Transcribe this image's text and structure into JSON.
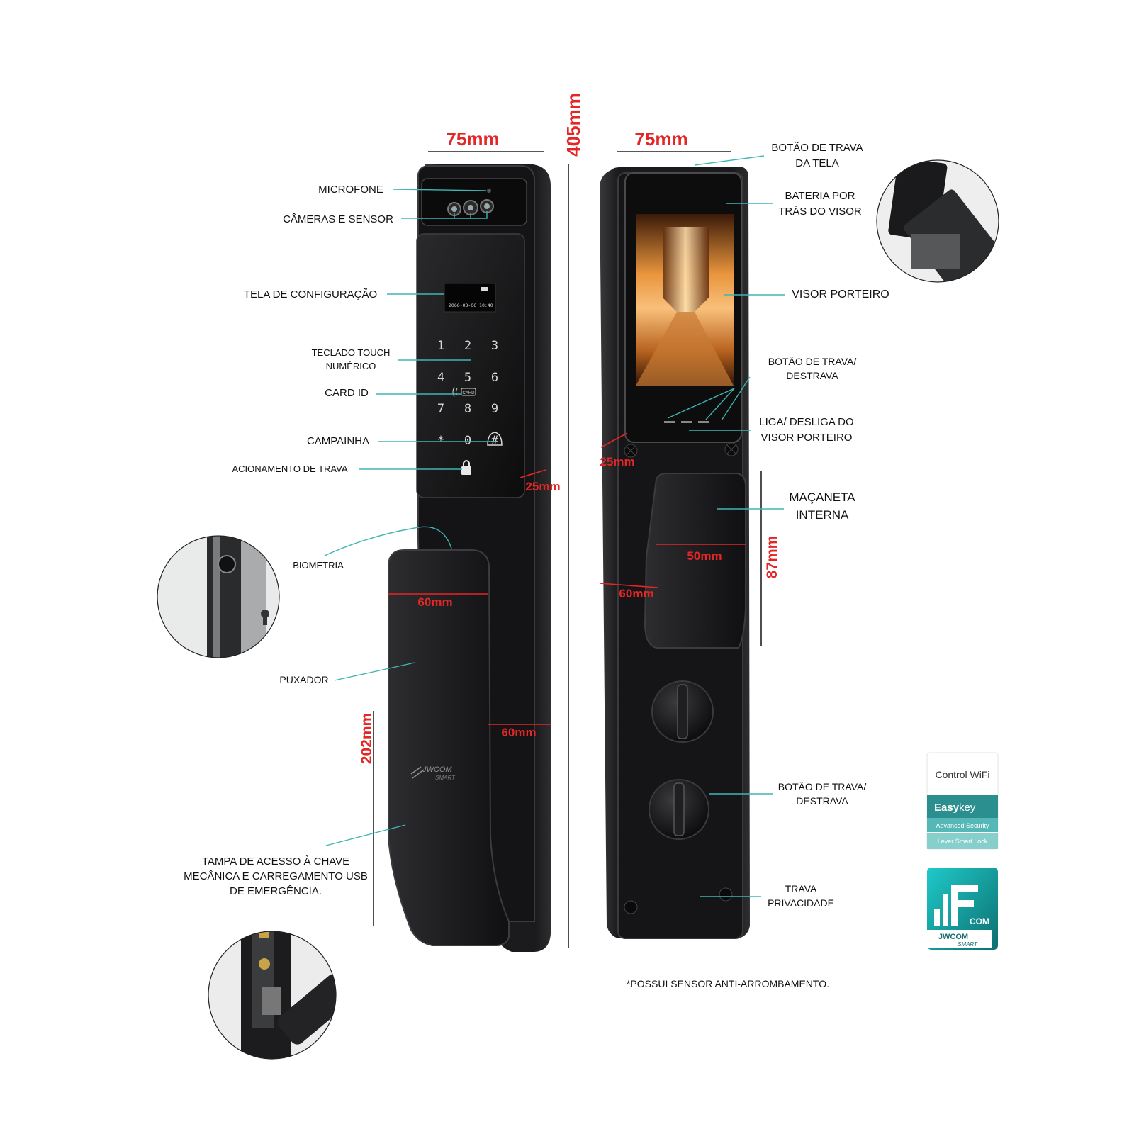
{
  "dimensions": {
    "width_front": "75mm",
    "width_back": "75mm",
    "height_total": "405mm",
    "depth_front_panel": "25mm",
    "depth_back_panel": "25mm",
    "handle_width": "60mm",
    "handle_depth": "60mm",
    "handle_height": "202mm",
    "inner_handle_width": "50mm",
    "inner_handle_depth": "60mm",
    "inner_handle_height": "87mm"
  },
  "front_labels": {
    "microphone": "MICROFONE",
    "cameras": "CÂMERAS E SENSOR",
    "config_screen": "TELA DE CONFIGURAÇÃO",
    "keypad_line1": "TECLADO TOUCH",
    "keypad_line2": "NUMÉRICO",
    "card_id": "CARD ID",
    "doorbell": "CAMPAINHA",
    "lock_activation": "ACIONAMENTO DE TRAVA",
    "biometrics": "BIOMETRIA",
    "pull_handle": "PUXADOR",
    "cover_line1": "TAMPA DE ACESSO À CHAVE",
    "cover_line2": "MECÂNICA E CARREGAMENTO USB",
    "cover_line3": "DE EMERGÊNCIA."
  },
  "back_labels": {
    "screen_lock_line1": "BOTÃO DE TRAVA",
    "screen_lock_line2": "DA TELA",
    "battery_line1": "BATERIA POR",
    "battery_line2": "TRÁS DO VISOR",
    "viewer": "VISOR PORTEIRO",
    "lock_button_line1": "BOTÃO DE TRAVA/",
    "lock_button_line2": "DESTRAVA",
    "viewer_power_line1": "LIGA/ DESLIGA DO",
    "viewer_power_line2": "VISOR PORTEIRO",
    "inner_handle_line1": "MAÇANETA",
    "inner_handle_line2": "INTERNA",
    "knob_line1": "BOTÃO DE TRAVA/",
    "knob_line2": "DESTRAVA",
    "privacy_line1": "TRAVA",
    "privacy_line2": "PRIVACIDADE"
  },
  "screen": {
    "datetime": "2066-03-06 10:40",
    "card_badge": "CARD"
  },
  "keypad": [
    "1",
    "2",
    "3",
    "4",
    "5",
    "6",
    "7",
    "8",
    "9",
    "*",
    "0",
    "#"
  ],
  "brand": {
    "handle_logo": "JWCOM",
    "handle_logo_sub": "SMART",
    "badge_title": "Control WiFi",
    "badge_name_a": "Easy",
    "badge_name_b": "key",
    "badge_line1": "Advanced Security",
    "badge_line2": "Lever Smart Lock",
    "logo_com": "COM",
    "logo_name": "JWCOM",
    "logo_sub": "SMART"
  },
  "footnote": "*POSSUI SENSOR ANTI-ARROMBAMENTO.",
  "colors": {
    "dimension_red": "#e32626",
    "leader_teal": "#3fb5b5",
    "lock_body": "#1c1c1e",
    "badge_teal": "#2b8f8f"
  }
}
